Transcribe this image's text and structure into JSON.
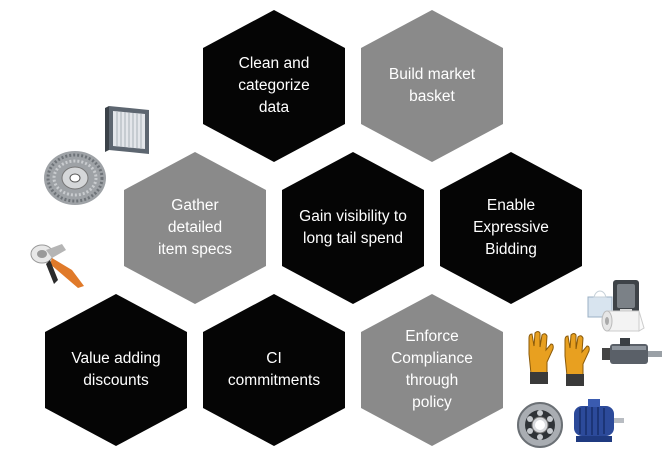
{
  "colors": {
    "dark": "#050505",
    "gray": "#8a8a8a",
    "text": "#ffffff"
  },
  "hexagons": [
    {
      "label": "Clean and\ncategorize\ndata",
      "tone": "dark"
    },
    {
      "label": "Build market\nbasket",
      "tone": "gray"
    },
    {
      "label": "Gather\ndetailed\nitem specs",
      "tone": "gray"
    },
    {
      "label": "Gain visibility to\nlong tail spend",
      "tone": "dark"
    },
    {
      "label": "Enable\nExpressive\nBidding",
      "tone": "dark"
    },
    {
      "label": "Value adding\ndiscounts",
      "tone": "dark"
    },
    {
      "label": "CI\ncommitments",
      "tone": "dark"
    },
    {
      "label": "Enforce\nCompliance\nthrough\npolicy",
      "tone": "gray"
    }
  ],
  "images": [
    "air-filter-icon",
    "wire-wheel-brush-icon",
    "cable-cutter-icon",
    "paper-towel-dispenser-icon",
    "tissue-box-icon",
    "paper-roll-icon",
    "work-gloves-icon",
    "pneumatic-cylinder-icon",
    "ball-bearing-icon",
    "electric-motor-icon"
  ]
}
